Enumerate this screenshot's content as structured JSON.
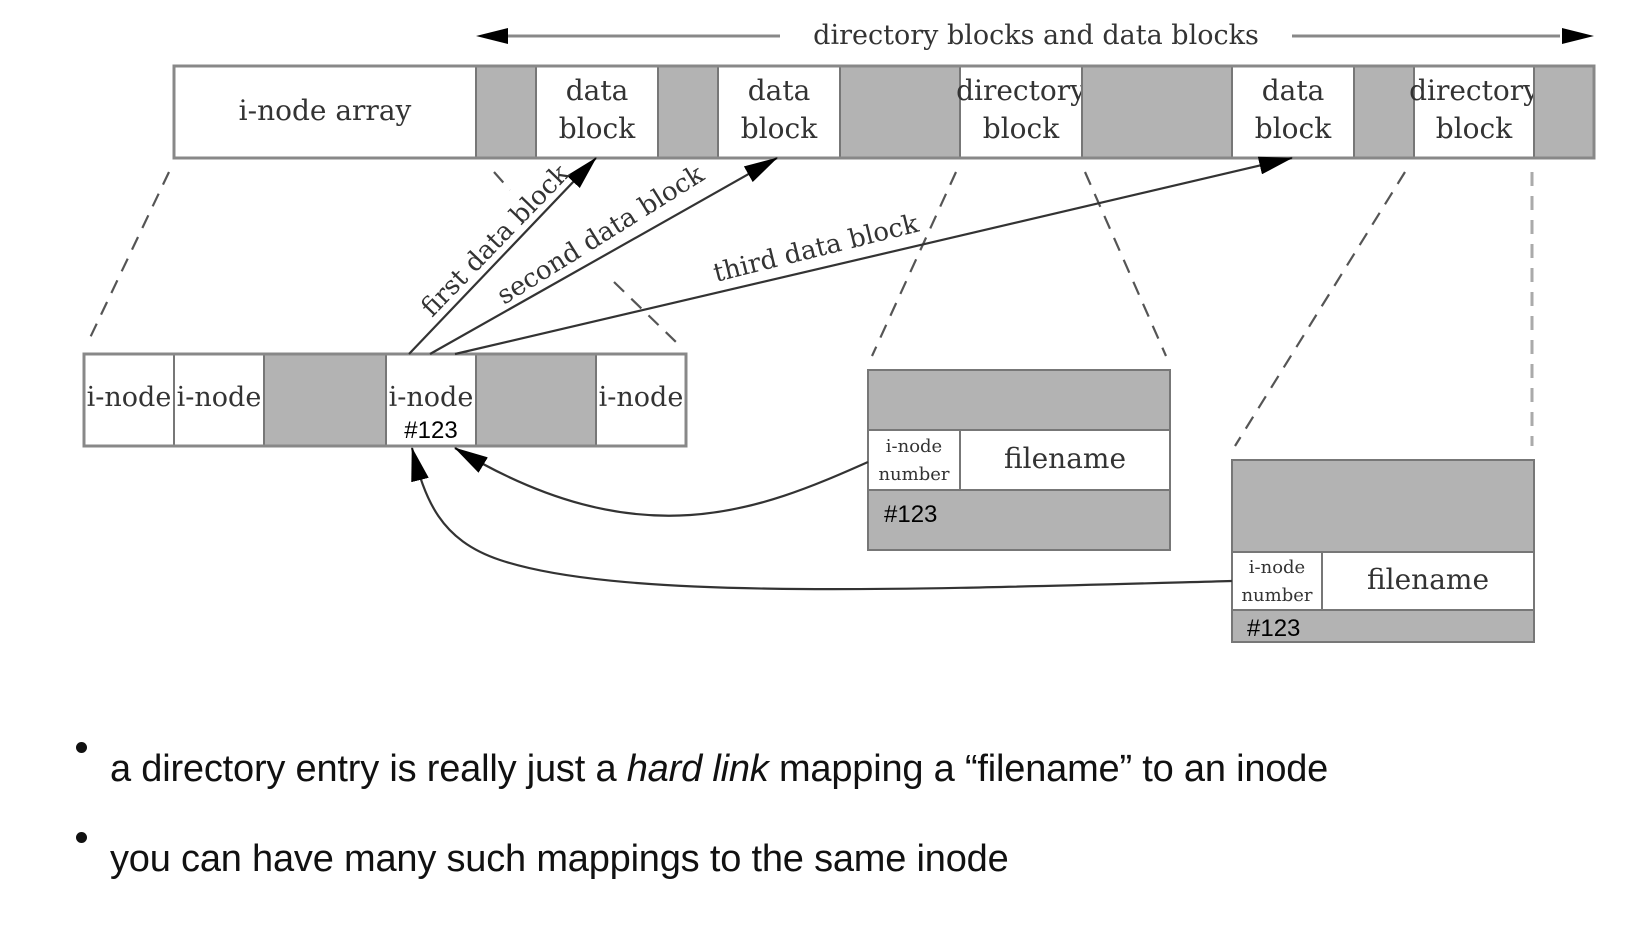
{
  "diagram": {
    "title_span": "directory blocks and data blocks",
    "top_row": {
      "inode_array_label": "i-node array",
      "blocks": [
        {
          "type": "gray",
          "label": ""
        },
        {
          "type": "white",
          "label_line1": "data",
          "label_line2": "block"
        },
        {
          "type": "gray",
          "label": ""
        },
        {
          "type": "white",
          "label_line1": "data",
          "label_line2": "block"
        },
        {
          "type": "gray",
          "label": ""
        },
        {
          "type": "white",
          "label_line1": "directory",
          "label_line2": "block"
        },
        {
          "type": "gray",
          "label": ""
        },
        {
          "type": "white",
          "label_line1": "data",
          "label_line2": "block"
        },
        {
          "type": "gray",
          "label": ""
        },
        {
          "type": "white",
          "label_line1": "directory",
          "label_line2": "block"
        },
        {
          "type": "gray",
          "label": ""
        }
      ]
    },
    "inode_row": {
      "cells": [
        {
          "type": "white",
          "label": "i-node"
        },
        {
          "type": "white",
          "label": "i-node"
        },
        {
          "type": "gray",
          "label": ""
        },
        {
          "type": "white",
          "label": "i-node",
          "number": "#123"
        },
        {
          "type": "gray",
          "label": ""
        },
        {
          "type": "white",
          "label": "i-node"
        }
      ]
    },
    "pointer_labels": {
      "first": "first data block",
      "second": "second data block",
      "third": "third data block"
    },
    "directory_entries": [
      {
        "inode_label_line1": "i-node",
        "inode_label_line2": "number",
        "filename_label": "filename",
        "number": "#123"
      },
      {
        "inode_label_line1": "i-node",
        "inode_label_line2": "number",
        "filename_label": "filename",
        "number": "#123"
      }
    ]
  },
  "bullets": [
    {
      "before": "a directory entry is really just a ",
      "emphasis": "hard link",
      "after": " mapping a “filename” to an inode"
    },
    {
      "before": "you can have many such mappings to the same inode",
      "emphasis": "",
      "after": ""
    }
  ]
}
